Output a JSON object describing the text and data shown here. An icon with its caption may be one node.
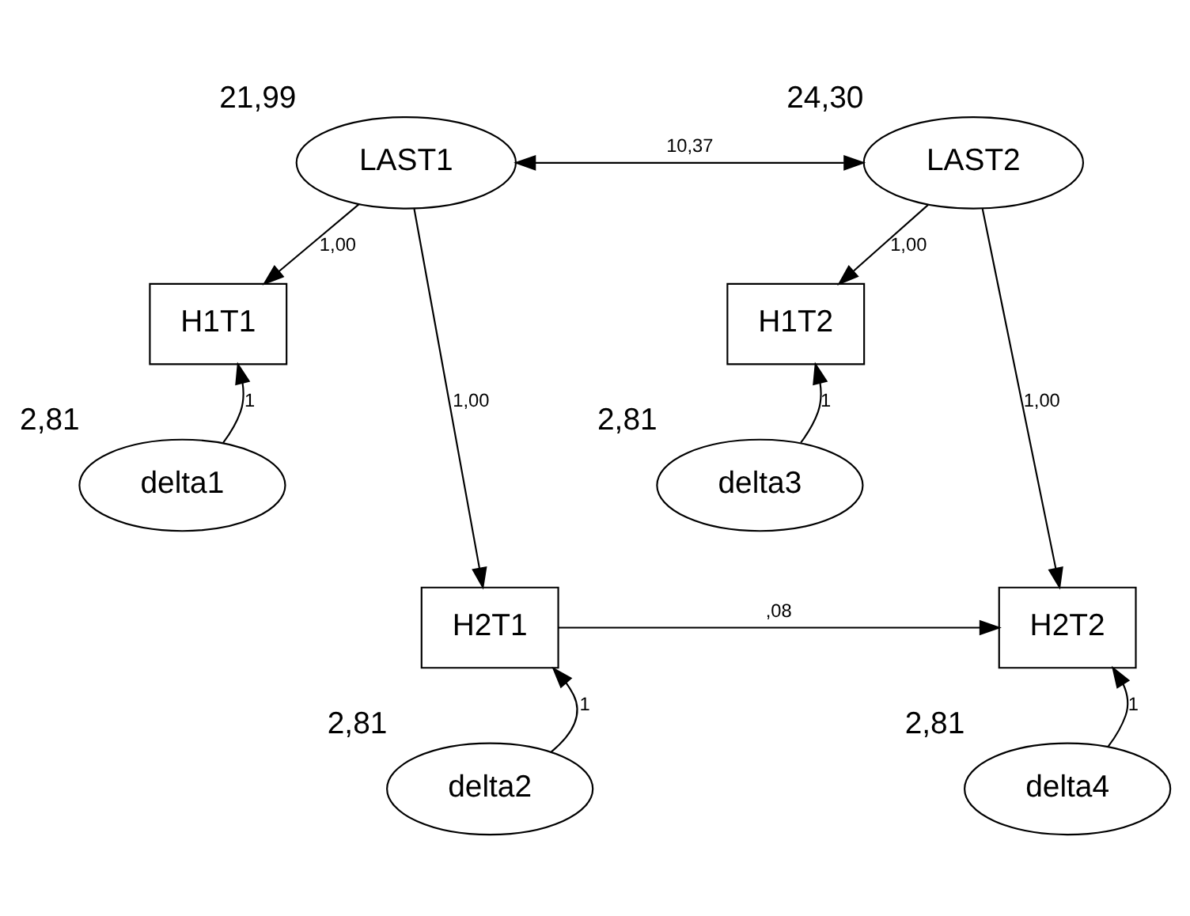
{
  "diagram": {
    "nodes": [
      {
        "text": [
          "LAST1"
        ],
        "beside": [
          "21,99"
        ]
      },
      {
        "text": [
          "H1T1"
        ]
      },
      {
        "text": [
          "H2T1"
        ]
      },
      {
        "text": [
          "delta1"
        ],
        "beside": [
          "2,81"
        ]
      },
      {
        "text": [
          "delta2"
        ],
        "beside": [
          "2,81"
        ]
      },
      {
        "text": [
          "LAST2"
        ],
        "beside": [
          "24,30"
        ]
      },
      {
        "text": [
          "H1T2"
        ]
      },
      {
        "text": [
          "H2T2"
        ]
      },
      {
        "text": [
          "delta3"
        ],
        "beside": [
          "2,81"
        ]
      },
      {
        "text": [
          "delta4"
        ],
        "beside": [
          "2,81"
        ]
      }
    ],
    "edges": [
      {
        "from": 0,
        "to": 5,
        "arrow": "both",
        "label": "10,37"
      },
      {
        "from": 0,
        "to": 1,
        "arrow": "to",
        "label": "1,00"
      },
      {
        "from": 0,
        "to": 2,
        "arrow": "to",
        "label": "1,00"
      },
      {
        "from": 5,
        "to": 6,
        "arrow": "to",
        "label": "1,00"
      },
      {
        "from": 5,
        "to": 7,
        "arrow": "to",
        "label": "1,00"
      },
      {
        "from": 3,
        "to": 1,
        "arrow": "to",
        "label": "1"
      },
      {
        "from": 8,
        "to": 6,
        "arrow": "to",
        "label": "1"
      },
      {
        "from": 2,
        "to": 7,
        "arrow": "to",
        "label": ",08"
      },
      {
        "from": 4,
        "to": 2,
        "arrow": "to",
        "label": "1"
      },
      {
        "from": 9,
        "to": 7,
        "arrow": "to",
        "label": "1"
      }
    ]
  }
}
